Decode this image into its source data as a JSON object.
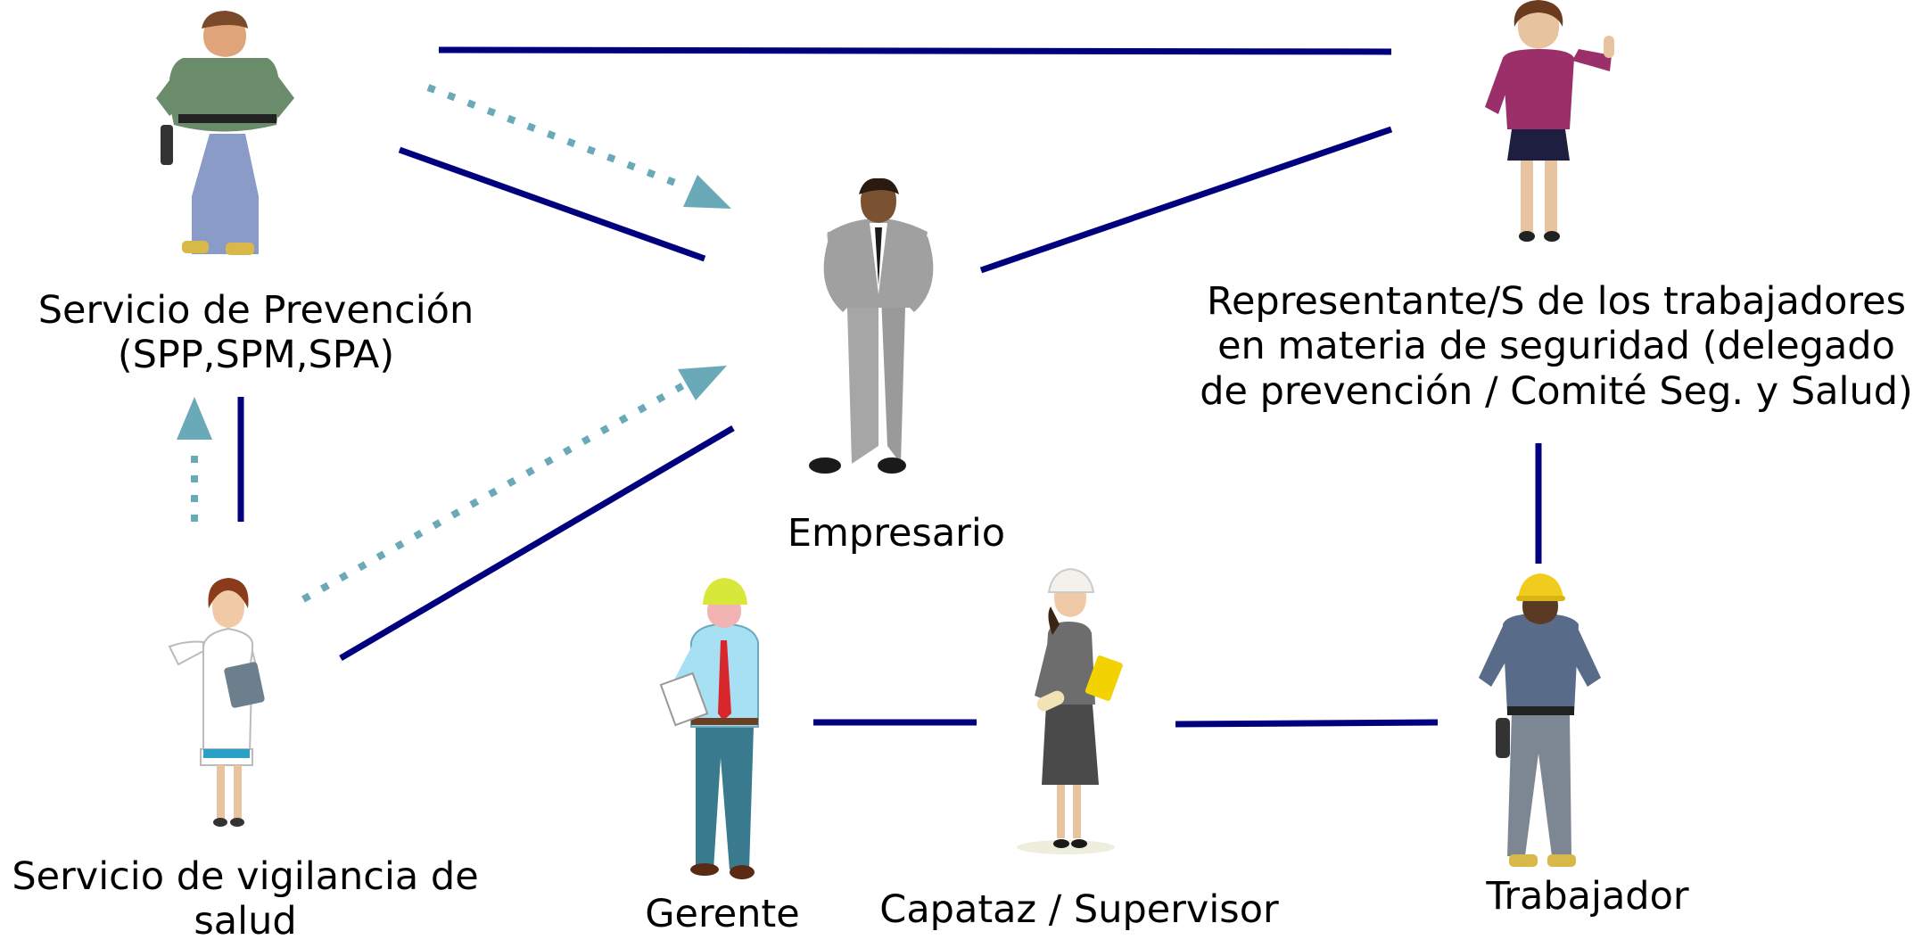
{
  "colors": {
    "solid_arrow": "#00007f",
    "dotted_arrow": "#6aaab8",
    "label_text": "#000000",
    "background": "#ffffff"
  },
  "nodes": {
    "servicio_prevencion": {
      "icon": "maintenance-worker-figure",
      "line1": "Servicio de Prevención",
      "line2": "(SPP,SPM,SPA)"
    },
    "empresario": {
      "icon": "businessman-figure",
      "label": "Empresario"
    },
    "representante": {
      "icon": "waving-woman-figure",
      "line1": "Representante/S de los trabajadores",
      "line2": "en materia de seguridad (delegado",
      "line3": "de prevención / Comité Seg. y Salud)"
    },
    "vigilancia": {
      "icon": "doctor-figure",
      "line1": "Servicio de vigilancia de",
      "line2": "salud"
    },
    "gerente": {
      "icon": "manager-hardhat-figure",
      "label": "Gerente"
    },
    "capataz": {
      "icon": "supervisor-woman-figure",
      "label": "Capataz / Supervisor"
    },
    "trabajador": {
      "icon": "worker-hardhat-figure",
      "label": "Trabajador"
    }
  },
  "edges": [
    {
      "from": "Representante",
      "to": "Servicio de Prevención",
      "style": "solid"
    },
    {
      "from": "Representante",
      "to": "Empresario",
      "style": "solid"
    },
    {
      "from": "Empresario",
      "to": "Servicio de Prevención",
      "style": "solid"
    },
    {
      "from": "Servicio de Prevención",
      "to": "Empresario",
      "style": "dotted"
    },
    {
      "from": "Empresario",
      "to": "Servicio de vigilancia de salud",
      "style": "solid"
    },
    {
      "from": "Servicio de vigilancia de salud",
      "to": "Empresario",
      "style": "dotted"
    },
    {
      "from": "Servicio de Prevención",
      "to": "Servicio de vigilancia de salud",
      "style": "solid"
    },
    {
      "from": "Servicio de vigilancia de salud",
      "to": "Servicio de Prevención",
      "style": "dotted"
    },
    {
      "from": "Gerente",
      "to": "Capataz / Supervisor",
      "style": "solid"
    },
    {
      "from": "Capataz / Supervisor",
      "to": "Trabajador",
      "style": "solid"
    },
    {
      "from": "Trabajador",
      "to": "Representante",
      "style": "solid"
    }
  ]
}
